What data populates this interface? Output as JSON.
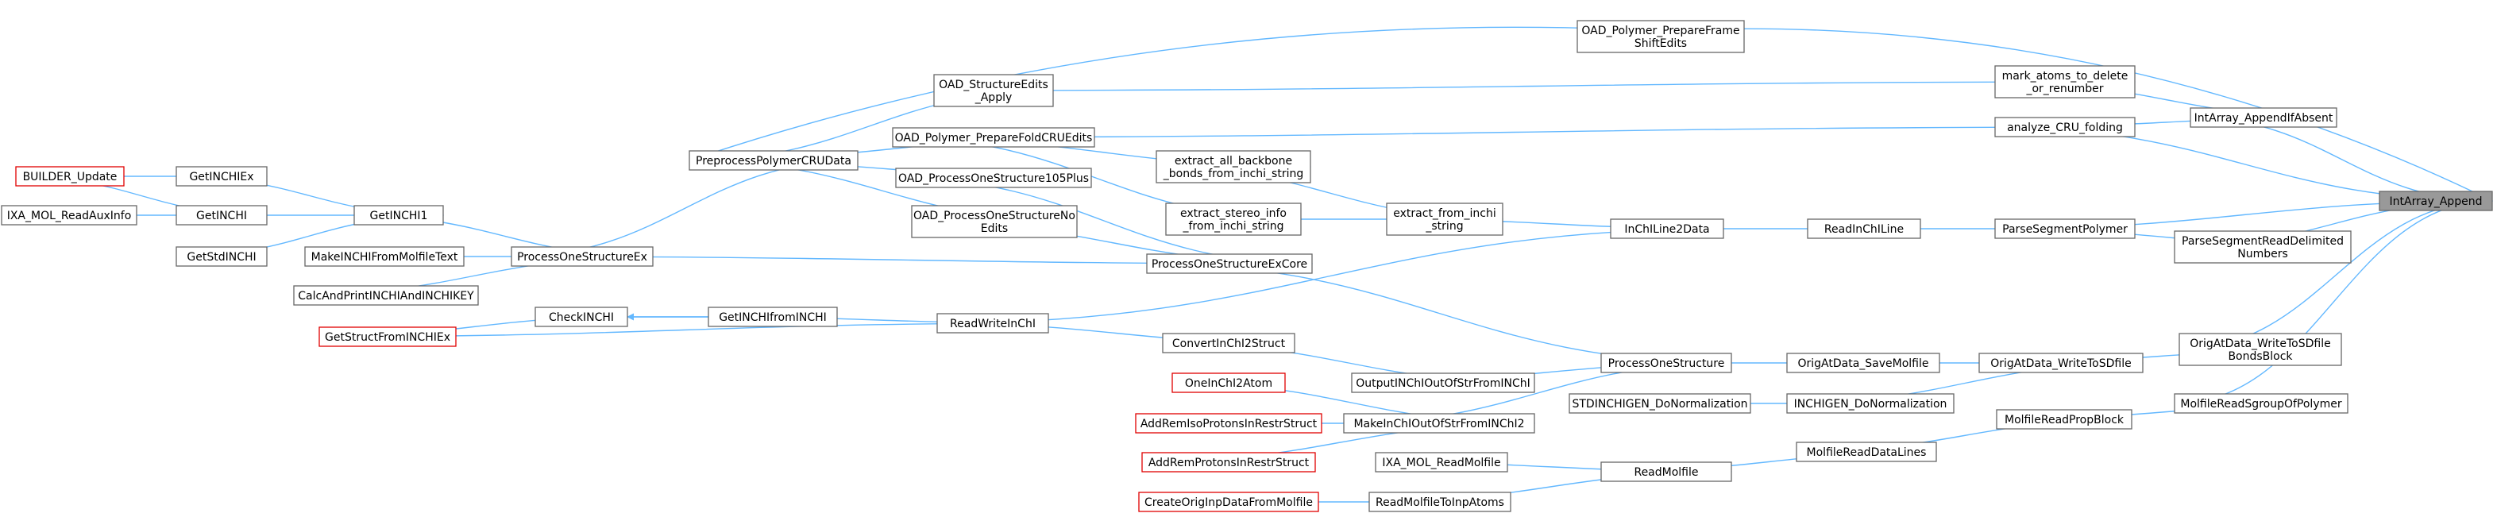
{
  "graph": {
    "edge_color": "#63b8ff",
    "node_border": "#666666",
    "red_border": "#e00000",
    "focus_fill": "#999999",
    "nodes": [
      {
        "id": "intarray_append",
        "lines": [
          "IntArray_Append"
        ],
        "style": "focus"
      },
      {
        "id": "intarray_appendifabsent",
        "lines": [
          "IntArray_AppendIfAbsent"
        ]
      },
      {
        "id": "parsesegmentreaddelimited",
        "lines": [
          "ParseSegmentReadDelimited",
          "Numbers"
        ]
      },
      {
        "id": "origatdata_writetosdfilebondsblock",
        "lines": [
          "OrigAtData_WriteToSDfile",
          "BondsBlock"
        ]
      },
      {
        "id": "molfilereadsgroupofpolymer",
        "lines": [
          "MolfileReadSgroupOfPolymer"
        ]
      },
      {
        "id": "oad_polymer_prepareframeshiftedits",
        "lines": [
          "OAD_Polymer_PrepareFrame",
          "ShiftEdits"
        ]
      },
      {
        "id": "mark_atoms_to_delete",
        "lines": [
          "mark_atoms_to_delete",
          "_or_renumber"
        ]
      },
      {
        "id": "analyze_cru_folding",
        "lines": [
          "analyze_CRU_folding"
        ]
      },
      {
        "id": "parsesegmentpolymer",
        "lines": [
          "ParseSegmentPolymer"
        ]
      },
      {
        "id": "origatdata_writetosdfile",
        "lines": [
          "OrigAtData_WriteToSDfile"
        ]
      },
      {
        "id": "molfilereadpropblock",
        "lines": [
          "MolfileReadPropBlock"
        ]
      },
      {
        "id": "readinchiline",
        "lines": [
          "ReadInChILine"
        ]
      },
      {
        "id": "origatdata_savemolfile",
        "lines": [
          "OrigAtData_SaveMolfile"
        ]
      },
      {
        "id": "inchigen_donormalization",
        "lines": [
          "INCHIGEN_DoNormalization"
        ]
      },
      {
        "id": "molfilereaddatalines",
        "lines": [
          "MolfileReadDataLines"
        ]
      },
      {
        "id": "inchiline2data",
        "lines": [
          "InChILine2Data"
        ]
      },
      {
        "id": "processonestructure",
        "lines": [
          "ProcessOneStructure"
        ]
      },
      {
        "id": "stdinchigen_donormalization",
        "lines": [
          "STDINCHIGEN_DoNormalization"
        ]
      },
      {
        "id": "readmolfile",
        "lines": [
          "ReadMolfile"
        ]
      },
      {
        "id": "extract_from_inchi_string",
        "lines": [
          "extract_from_inchi",
          "_string"
        ]
      },
      {
        "id": "outputinchioutofstrfrominchi",
        "lines": [
          "OutputINChIOutOfStrFromINChI"
        ]
      },
      {
        "id": "makeinchioutofstrfrominchi2",
        "lines": [
          "MakeInChIOutOfStrFromINChI2"
        ]
      },
      {
        "id": "ixa_mol_readmolfile",
        "lines": [
          "IXA_MOL_ReadMolfile"
        ]
      },
      {
        "id": "readmolfiletoinpatoms",
        "lines": [
          "ReadMolfileToInpAtoms"
        ]
      },
      {
        "id": "extract_all_backbone",
        "lines": [
          "extract_all_backbone",
          "_bonds_from_inchi_string"
        ]
      },
      {
        "id": "extract_stereo_info",
        "lines": [
          "extract_stereo_info",
          "_from_inchi_string"
        ]
      },
      {
        "id": "processonestructureexcore",
        "lines": [
          "ProcessOneStructureExCore"
        ]
      },
      {
        "id": "convertinchi2struct",
        "lines": [
          "ConvertInChI2Struct"
        ]
      },
      {
        "id": "oneinchi2atom",
        "lines": [
          "OneInChI2Atom"
        ],
        "style": "red"
      },
      {
        "id": "addremisoprotons",
        "lines": [
          "AddRemIsoProtonsInRestrStruct"
        ],
        "style": "red"
      },
      {
        "id": "addremprotons",
        "lines": [
          "AddRemProtonsInRestrStruct"
        ],
        "style": "red"
      },
      {
        "id": "createoriginpdata",
        "lines": [
          "CreateOrigInpDataFromMolfile"
        ],
        "style": "red"
      },
      {
        "id": "oad_structureedits_apply",
        "lines": [
          "OAD_StructureEdits",
          "_Apply"
        ]
      },
      {
        "id": "oad_polymer_preparefoldcruedits",
        "lines": [
          "OAD_Polymer_PrepareFoldCRUEdits"
        ]
      },
      {
        "id": "oad_processonestructure105plus",
        "lines": [
          "OAD_ProcessOneStructure105Plus"
        ]
      },
      {
        "id": "oad_processonestructurenoedits",
        "lines": [
          "OAD_ProcessOneStructureNo",
          "Edits"
        ]
      },
      {
        "id": "readwriteinchi",
        "lines": [
          "ReadWriteInChI"
        ]
      },
      {
        "id": "preprocesspolymercrudata",
        "lines": [
          "PreprocessPolymerCRUData"
        ]
      },
      {
        "id": "getinchifrominchi",
        "lines": [
          "GetINCHIfromINCHI"
        ]
      },
      {
        "id": "processonestructureex",
        "lines": [
          "ProcessOneStructureEx"
        ]
      },
      {
        "id": "checkinchi",
        "lines": [
          "CheckINCHI"
        ]
      },
      {
        "id": "getinchi1",
        "lines": [
          "GetINCHI1"
        ]
      },
      {
        "id": "makeinchifrommolfiletext",
        "lines": [
          "MakeINCHIFromMolfileText"
        ]
      },
      {
        "id": "calcandprintinchiandinchikey",
        "lines": [
          "CalcAndPrintINCHIAndINCHIKEY"
        ]
      },
      {
        "id": "getstructfrominchiex",
        "lines": [
          "GetStructFromINCHIEx"
        ],
        "style": "red"
      },
      {
        "id": "getinchiex",
        "lines": [
          "GetINCHIEx"
        ]
      },
      {
        "id": "getinchi",
        "lines": [
          "GetINCHI"
        ]
      },
      {
        "id": "getstdinchi",
        "lines": [
          "GetStdINCHI"
        ]
      },
      {
        "id": "builder_update",
        "lines": [
          "BUILDER_Update"
        ],
        "style": "red"
      },
      {
        "id": "ixa_mol_readauxinfo",
        "lines": [
          "IXA_MOL_ReadAuxInfo"
        ]
      }
    ]
  }
}
